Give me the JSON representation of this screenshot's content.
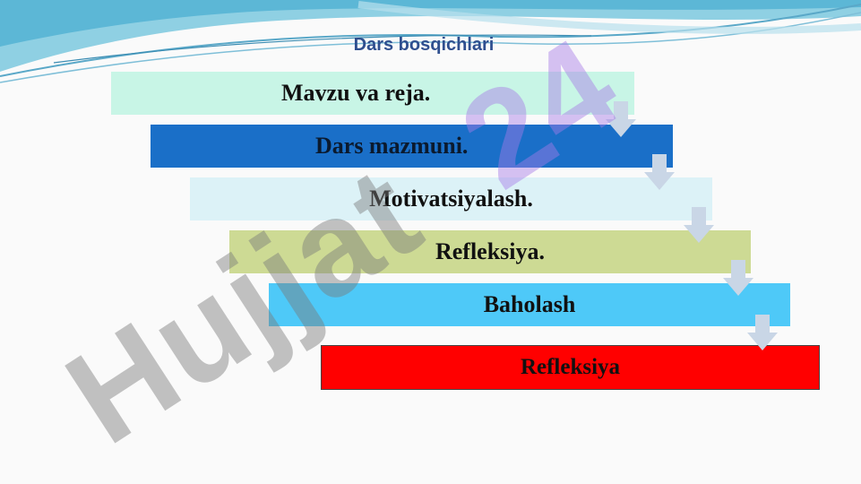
{
  "title": "Dars bosqichlari",
  "steps": [
    {
      "label": "Mavzu va reja."
    },
    {
      "label": "Dars  mazmuni."
    },
    {
      "label": "Motivatsiyalash."
    },
    {
      "label": "Refleksiya."
    },
    {
      "label": "Baholash"
    },
    {
      "label": "Refleksiya"
    }
  ],
  "watermark": {
    "text": "Hujjat24"
  },
  "colors": {
    "step1": "#c8f5e6",
    "step2": "#1a6fc8",
    "step3": "#dcf2f7",
    "step4": "#cdda94",
    "step5": "#4ec9f8",
    "step6": "#ff0000",
    "arrow": "#c9d6e6",
    "title": "#2f4f8f"
  }
}
